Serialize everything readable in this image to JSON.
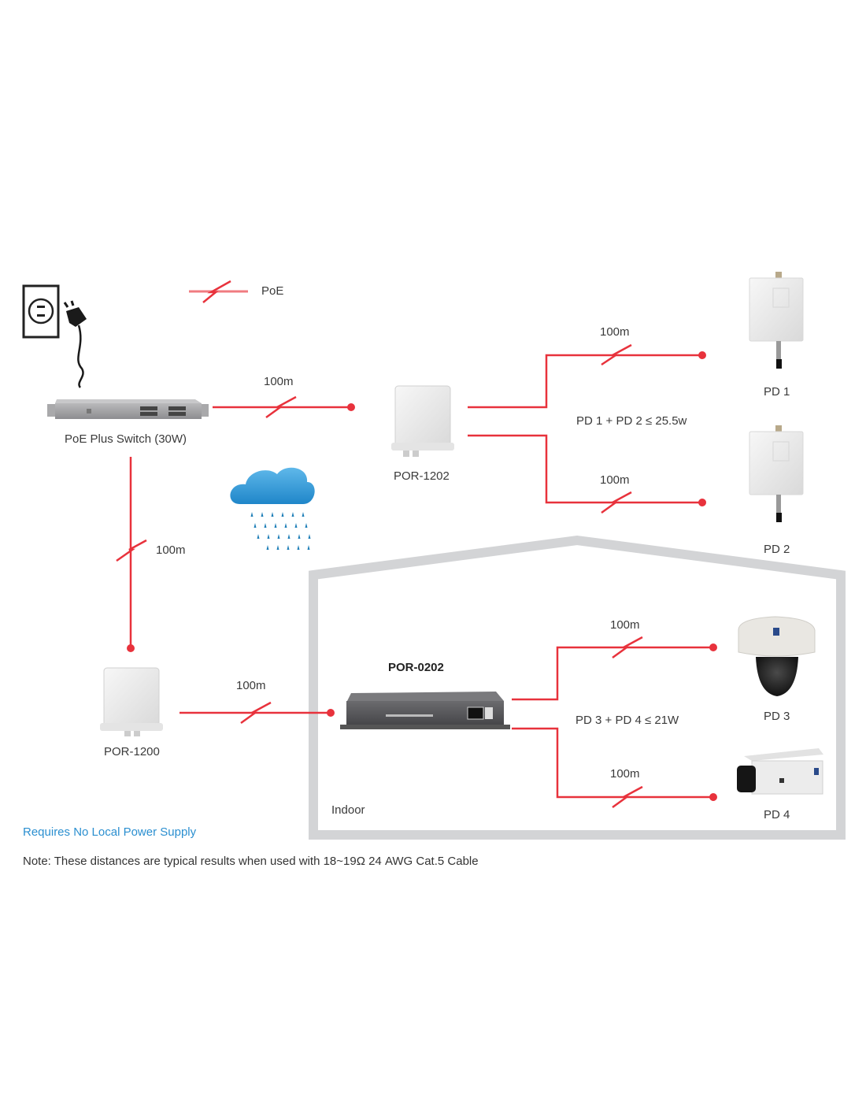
{
  "legend": {
    "label": "PoE",
    "icon": "cable-break-icon"
  },
  "devices": {
    "switch": {
      "label": "PoE Plus Switch (30W)"
    },
    "por1202": {
      "label": "POR-1202"
    },
    "por1200": {
      "label": "POR-1200"
    },
    "por0202": {
      "label": "POR-0202"
    },
    "pd1": {
      "label": "PD 1"
    },
    "pd2": {
      "label": "PD 2"
    },
    "pd3": {
      "label": "PD 3"
    },
    "pd4": {
      "label": "PD 4"
    }
  },
  "links": {
    "switch_to_por1202": "100m",
    "switch_to_por1200": "100m",
    "por1202_to_pd1": "100m",
    "por1202_to_pd2": "100m",
    "por1200_to_por0202": "100m",
    "por0202_to_pd3": "100m",
    "por0202_to_pd4": "100m"
  },
  "power_budgets": {
    "pd1_pd2": "PD 1 + PD 2 ≤ 25.5w",
    "pd3_pd4": "PD 3 + PD 4 ≤ 21W"
  },
  "zones": {
    "indoor": "Indoor"
  },
  "footer": {
    "highlight": "Requires No Local Power Supply",
    "note": "Note: These distances are typical results when used with 18~19Ω 24 AWG Cat.5 Cable"
  },
  "colors": {
    "cable": "#e8323c",
    "house_outline": "#d3d4d6",
    "highlight_text": "#2b8fd0",
    "cloud": "#2f9bd8"
  }
}
